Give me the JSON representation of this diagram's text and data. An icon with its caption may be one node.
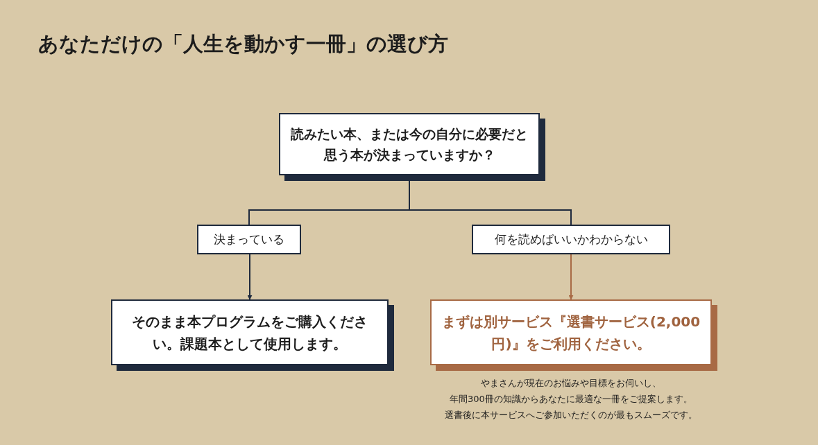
{
  "diagram": {
    "title": "あなただけの「人生を動かす一冊」の選び方",
    "nodes": [
      {
        "text": [
          "読みたい本、または今の自分に必要だと思う本が決まっていますか？"
        ]
      },
      {
        "text": [
          "決まっている"
        ]
      },
      {
        "text": [
          "何を読めばいいかわからない"
        ]
      },
      {
        "text": [
          "そのまま本プログラムをご購入ください。課題本として使用します。"
        ]
      },
      {
        "text": [
          "まずは別サービス『選書サービス(2,000円)』をご利用ください。"
        ],
        "beside": [
          "やまさんが現在のお悩みや目標をお伺いし、",
          "年間300冊の知識からあなたに最適な一冊をご提案します。",
          "選書後に本サービスへご参加いただくのが最もスムーズです。"
        ]
      }
    ],
    "edges": [
      {
        "from": 0,
        "to": 1,
        "arrow": "none"
      },
      {
        "from": 0,
        "to": 2,
        "arrow": "none"
      },
      {
        "from": 1,
        "to": 3,
        "arrow": "to"
      },
      {
        "from": 2,
        "to": 4,
        "arrow": "to",
        "color": "#a86a45"
      }
    ]
  }
}
